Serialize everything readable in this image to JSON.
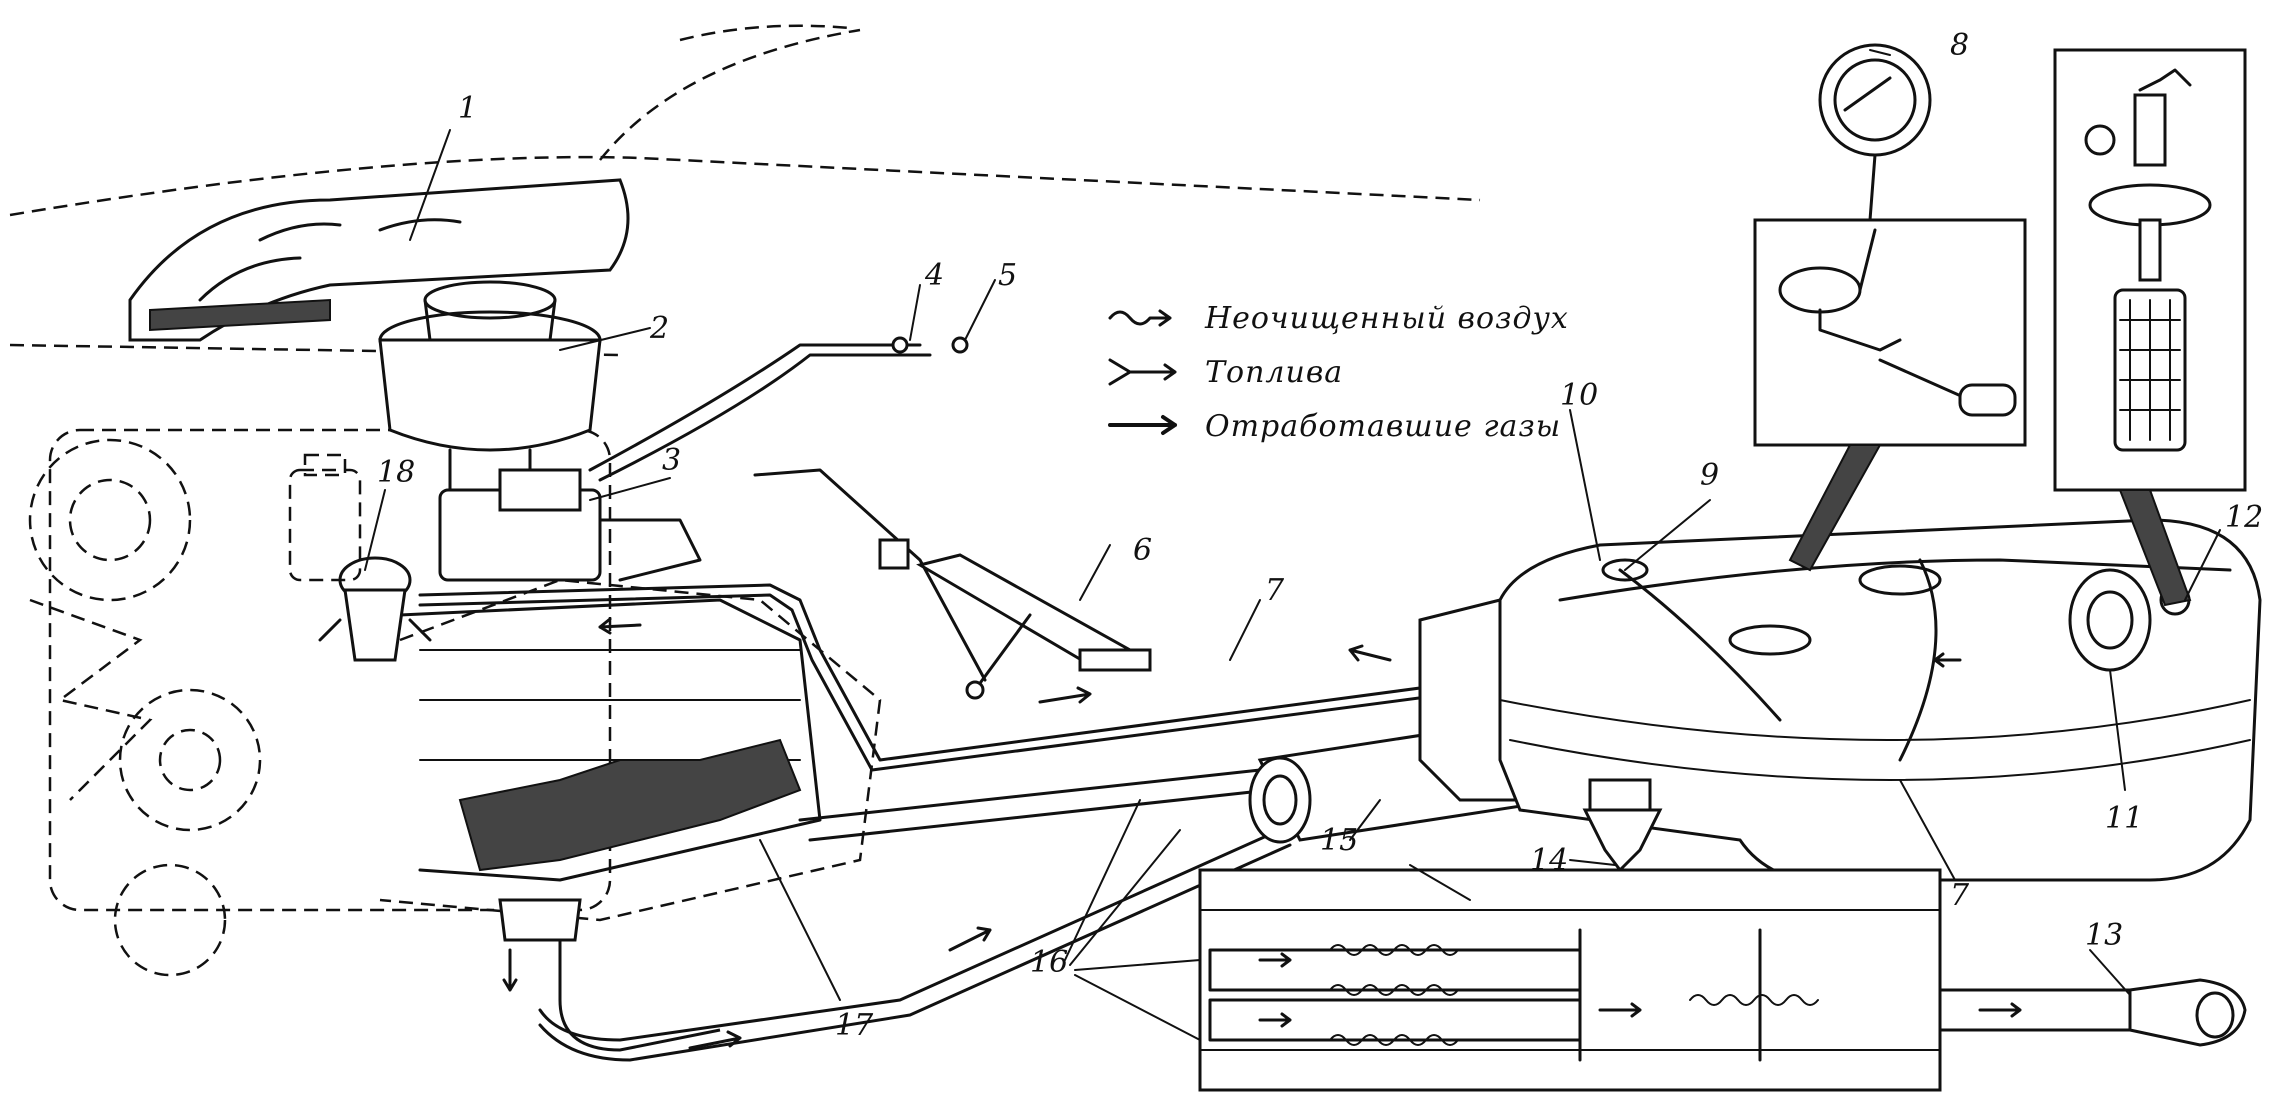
{
  "legend": {
    "items": [
      {
        "text": "Неочищенный воздух",
        "icon": "wavy-arrow-icon"
      },
      {
        "text": "Топлива",
        "icon": "fork-arrow-icon"
      },
      {
        "text": "Отработавшие газы",
        "icon": "solid-arrow-icon"
      }
    ]
  },
  "callouts": {
    "n1": "1",
    "n2": "2",
    "n3": "3",
    "n4": "4",
    "n5": "5",
    "n6": "6",
    "n7a": "7",
    "n7b": "7",
    "n8": "8",
    "n9": "9",
    "n10": "10",
    "n11": "11",
    "n12": "12",
    "n13": "13",
    "n14": "14",
    "n15": "15",
    "n16": "16",
    "n17": "17",
    "n18": "18"
  }
}
